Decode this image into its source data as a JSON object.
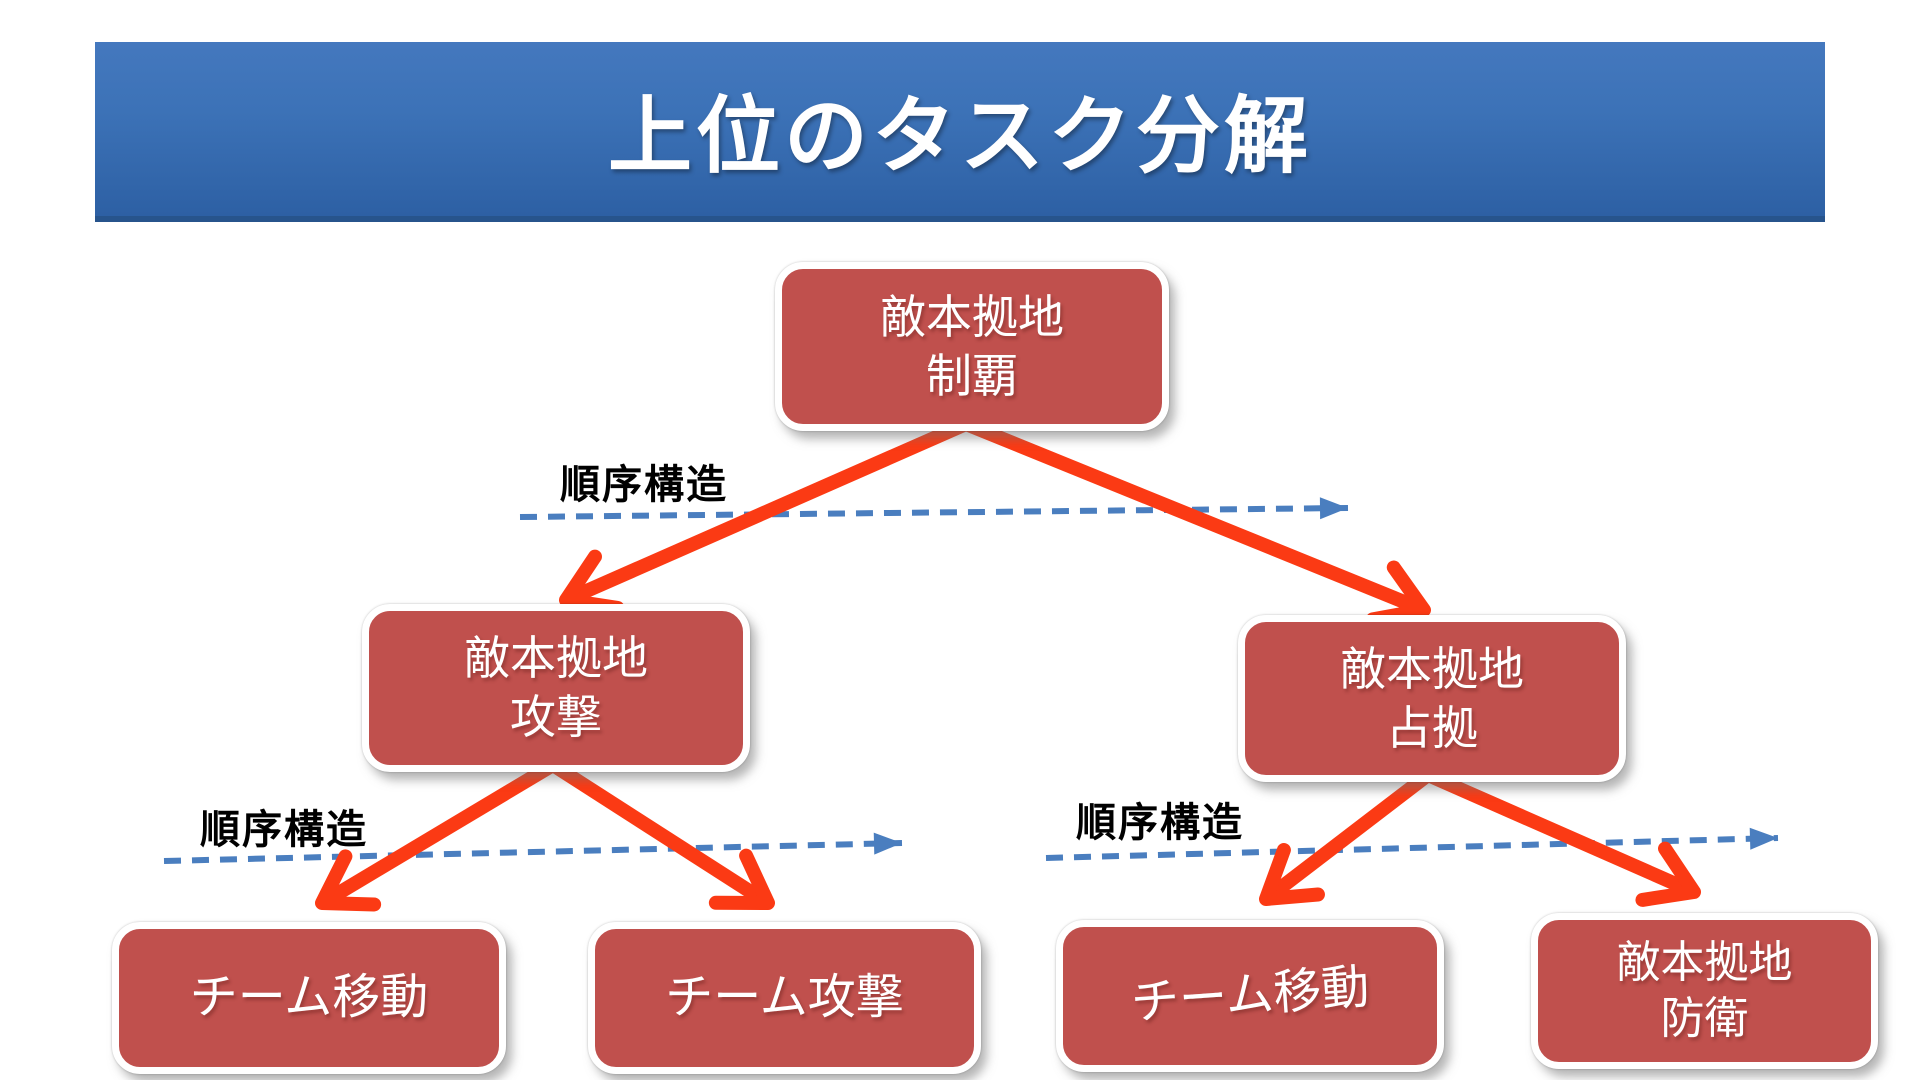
{
  "title": "上位のタスク分解",
  "colors": {
    "banner_top": "#4478be",
    "banner_bottom": "#2d60a4",
    "banner_edge": "#27548c",
    "node_fill": "#c0504d",
    "arrow_red": "#fb3a14",
    "arrow_blue": "#4a7ebf",
    "label_color": "#000000"
  },
  "nodes": {
    "root": {
      "line1": "敵本拠地",
      "line2": "制覇"
    },
    "mid_left": {
      "line1": "敵本拠地",
      "line2": "攻撃"
    },
    "mid_right": {
      "line1": "敵本拠地",
      "line2": "占拠"
    },
    "leaf_left_1": {
      "line1": "チーム移動"
    },
    "leaf_left_2": {
      "line1": "チーム攻撃"
    },
    "leaf_right_1": {
      "line1": "チーム移動"
    },
    "leaf_right_2": {
      "line1": "敵本拠地",
      "line2": "防衛"
    }
  },
  "sequence_labels": [
    {
      "text": "順序構造"
    },
    {
      "text": "順序構造"
    },
    {
      "text": "順序構造"
    }
  ]
}
